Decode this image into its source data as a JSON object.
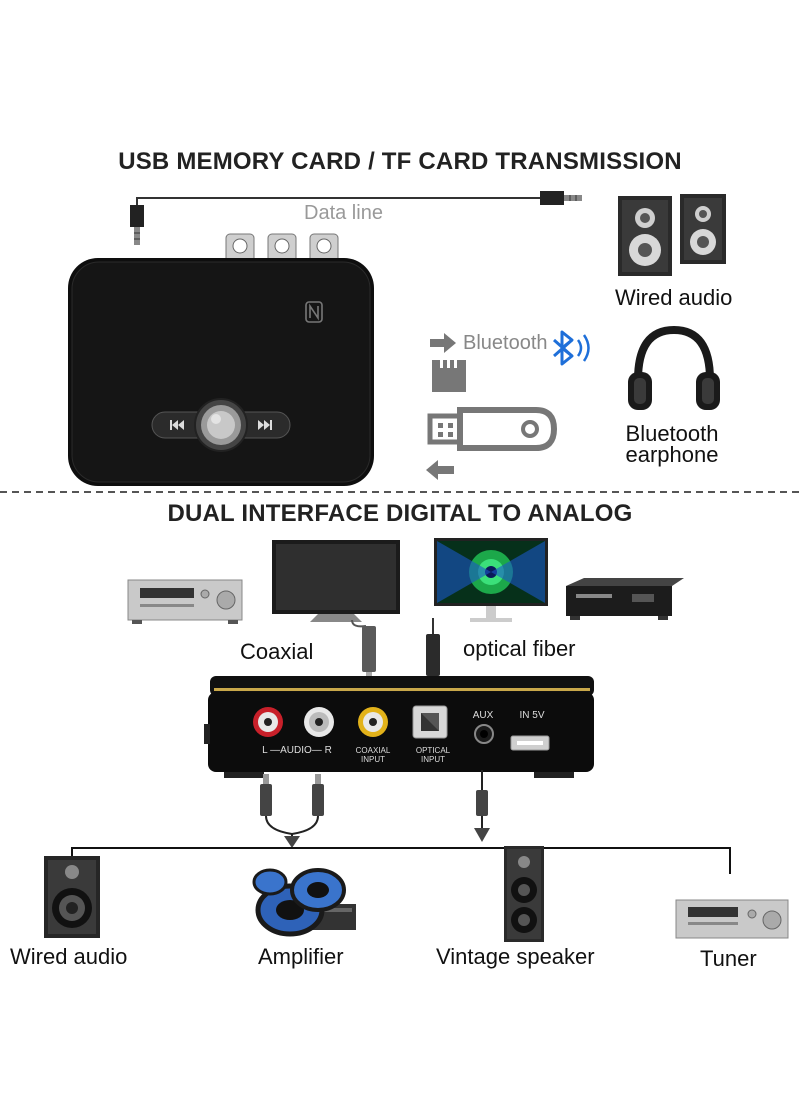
{
  "top_section": {
    "heading": "USB MEMORY CARD / TF CARD TRANSMISSION",
    "data_line_label": "Data line",
    "bluetooth_label": "Bluetooth",
    "wired_audio_label": "Wired audio",
    "bluetooth_earphone_label": "Bluetooth\nearphone"
  },
  "bottom_section": {
    "heading": "DUAL INTERFACE DIGITAL TO ANALOG",
    "coaxial_label": "Coaxial",
    "optical_fiber_label": "optical fiber",
    "panel": {
      "audio_label": "L —AUDIO— R",
      "coaxial_input_label": "COAXIAL\nINPUT",
      "optical_input_label": "OPTICAL\nINPUT",
      "aux_label": "AUX",
      "in5v_label": "IN 5V"
    },
    "outputs": {
      "wired_audio": "Wired audio",
      "amplifier": "Amplifier",
      "vintage_speaker": "Vintage speaker",
      "tuner": "Tuner"
    }
  },
  "colors": {
    "device_black": "#111111",
    "bluetooth_blue": "#1e6fd9",
    "arrow_gray": "#777777",
    "rca_red": "#c8202a",
    "rca_white": "#e8e8e8",
    "rca_yellow": "#e2b21a",
    "gold_trim": "#c9a84a"
  },
  "icons": [
    "nfc-icon",
    "prev-icon",
    "next-icon",
    "bluetooth-icon",
    "usb-drive-icon",
    "tf-card-icon",
    "headphones-icon",
    "speaker-icon"
  ]
}
